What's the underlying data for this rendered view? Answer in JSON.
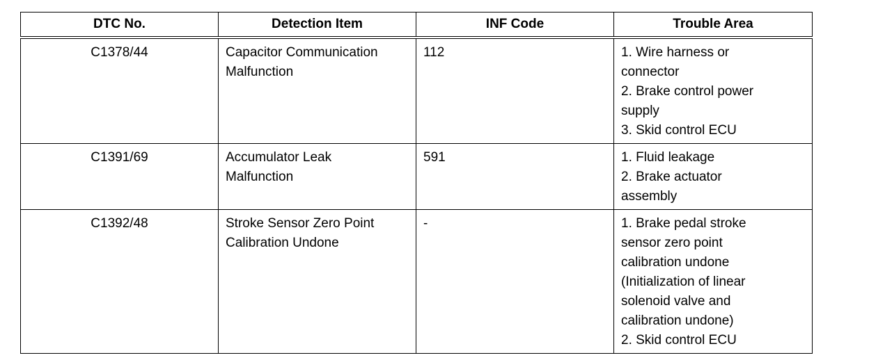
{
  "table": {
    "headers": [
      "DTC No.",
      "Detection Item",
      "INF Code",
      "Trouble Area"
    ],
    "rows": [
      {
        "dtc": "C1378/44",
        "detection": [
          "Capacitor Communication",
          "Malfunction"
        ],
        "inf": "112",
        "trouble": [
          "1. Wire harness or",
          "connector",
          "2. Brake control power",
          "supply",
          "3. Skid control ECU"
        ]
      },
      {
        "dtc": "C1391/69",
        "detection": [
          "Accumulator Leak",
          "Malfunction"
        ],
        "inf": "591",
        "trouble": [
          "1. Fluid leakage",
          "2. Brake actuator",
          "assembly"
        ]
      },
      {
        "dtc": "C1392/48",
        "detection": [
          "Stroke Sensor Zero Point",
          "Calibration Undone"
        ],
        "inf": "-",
        "trouble": [
          "1. Brake pedal stroke",
          "sensor zero point",
          "calibration undone",
          "(Initialization of linear",
          "solenoid valve and",
          "calibration undone)",
          "2. Skid control ECU"
        ]
      }
    ]
  }
}
